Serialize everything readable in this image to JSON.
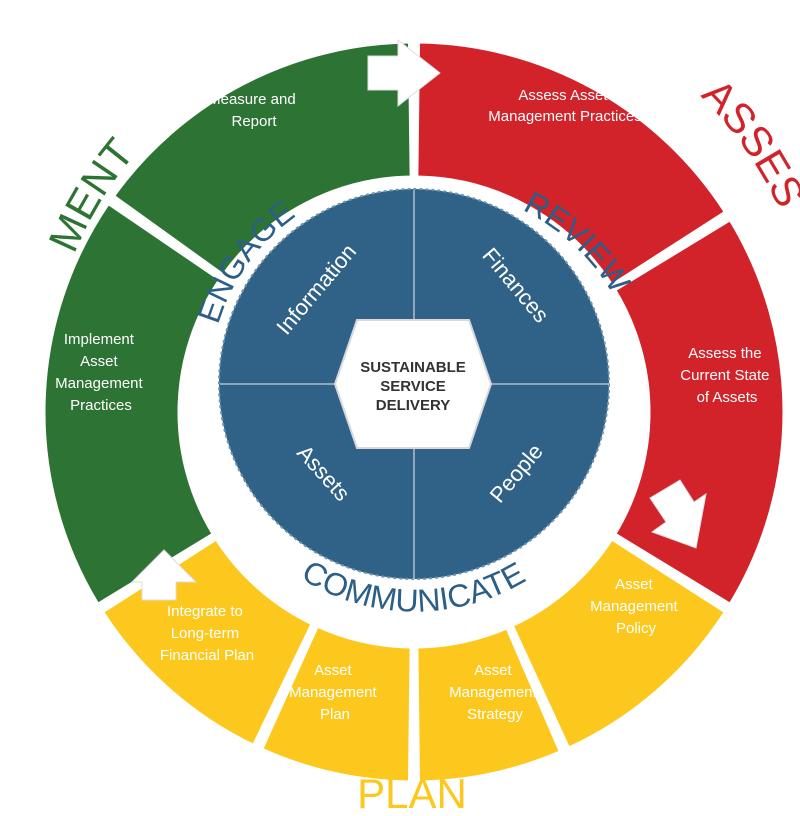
{
  "colors": {
    "implement": "#2d7434",
    "assess": "#d2232a",
    "plan": "#fdc81e",
    "core": "#2f6286",
    "ring_text": "#2c5f87"
  },
  "phases": {
    "implement": "IMPLEMENT",
    "assess": "ASSESS",
    "plan": "PLAN"
  },
  "segments": {
    "measure_report": [
      "Measure and",
      "Report"
    ],
    "assess_practices": [
      "Assess Asset",
      "Management Practices"
    ],
    "assess_state": [
      "Assess the",
      "Current State",
      "of Assets"
    ],
    "policy": [
      "Asset",
      "Management",
      "Policy"
    ],
    "strategy": [
      "Asset",
      "Management",
      "Strategy"
    ],
    "plan": [
      "Asset",
      "Management",
      "Plan"
    ],
    "integrate": [
      "Integrate to",
      "Long-term",
      "Financial Plan"
    ],
    "implement_practices": [
      "Implement",
      "Asset",
      "Management",
      "Practices"
    ]
  },
  "ring_words": {
    "engage": "ENGAGE",
    "review": "REVIEW",
    "communicate": "COMMUNICATE"
  },
  "quadrants": {
    "information": "Information",
    "finances": "Finances",
    "assets": "Assets",
    "people": "People"
  },
  "center": [
    "SUSTAINABLE",
    "SERVICE",
    "DELIVERY"
  ],
  "icons": {
    "arrow_top": "arrow-right-icon",
    "arrow_right": "arrow-down-icon",
    "arrow_left": "arrow-up-icon"
  }
}
